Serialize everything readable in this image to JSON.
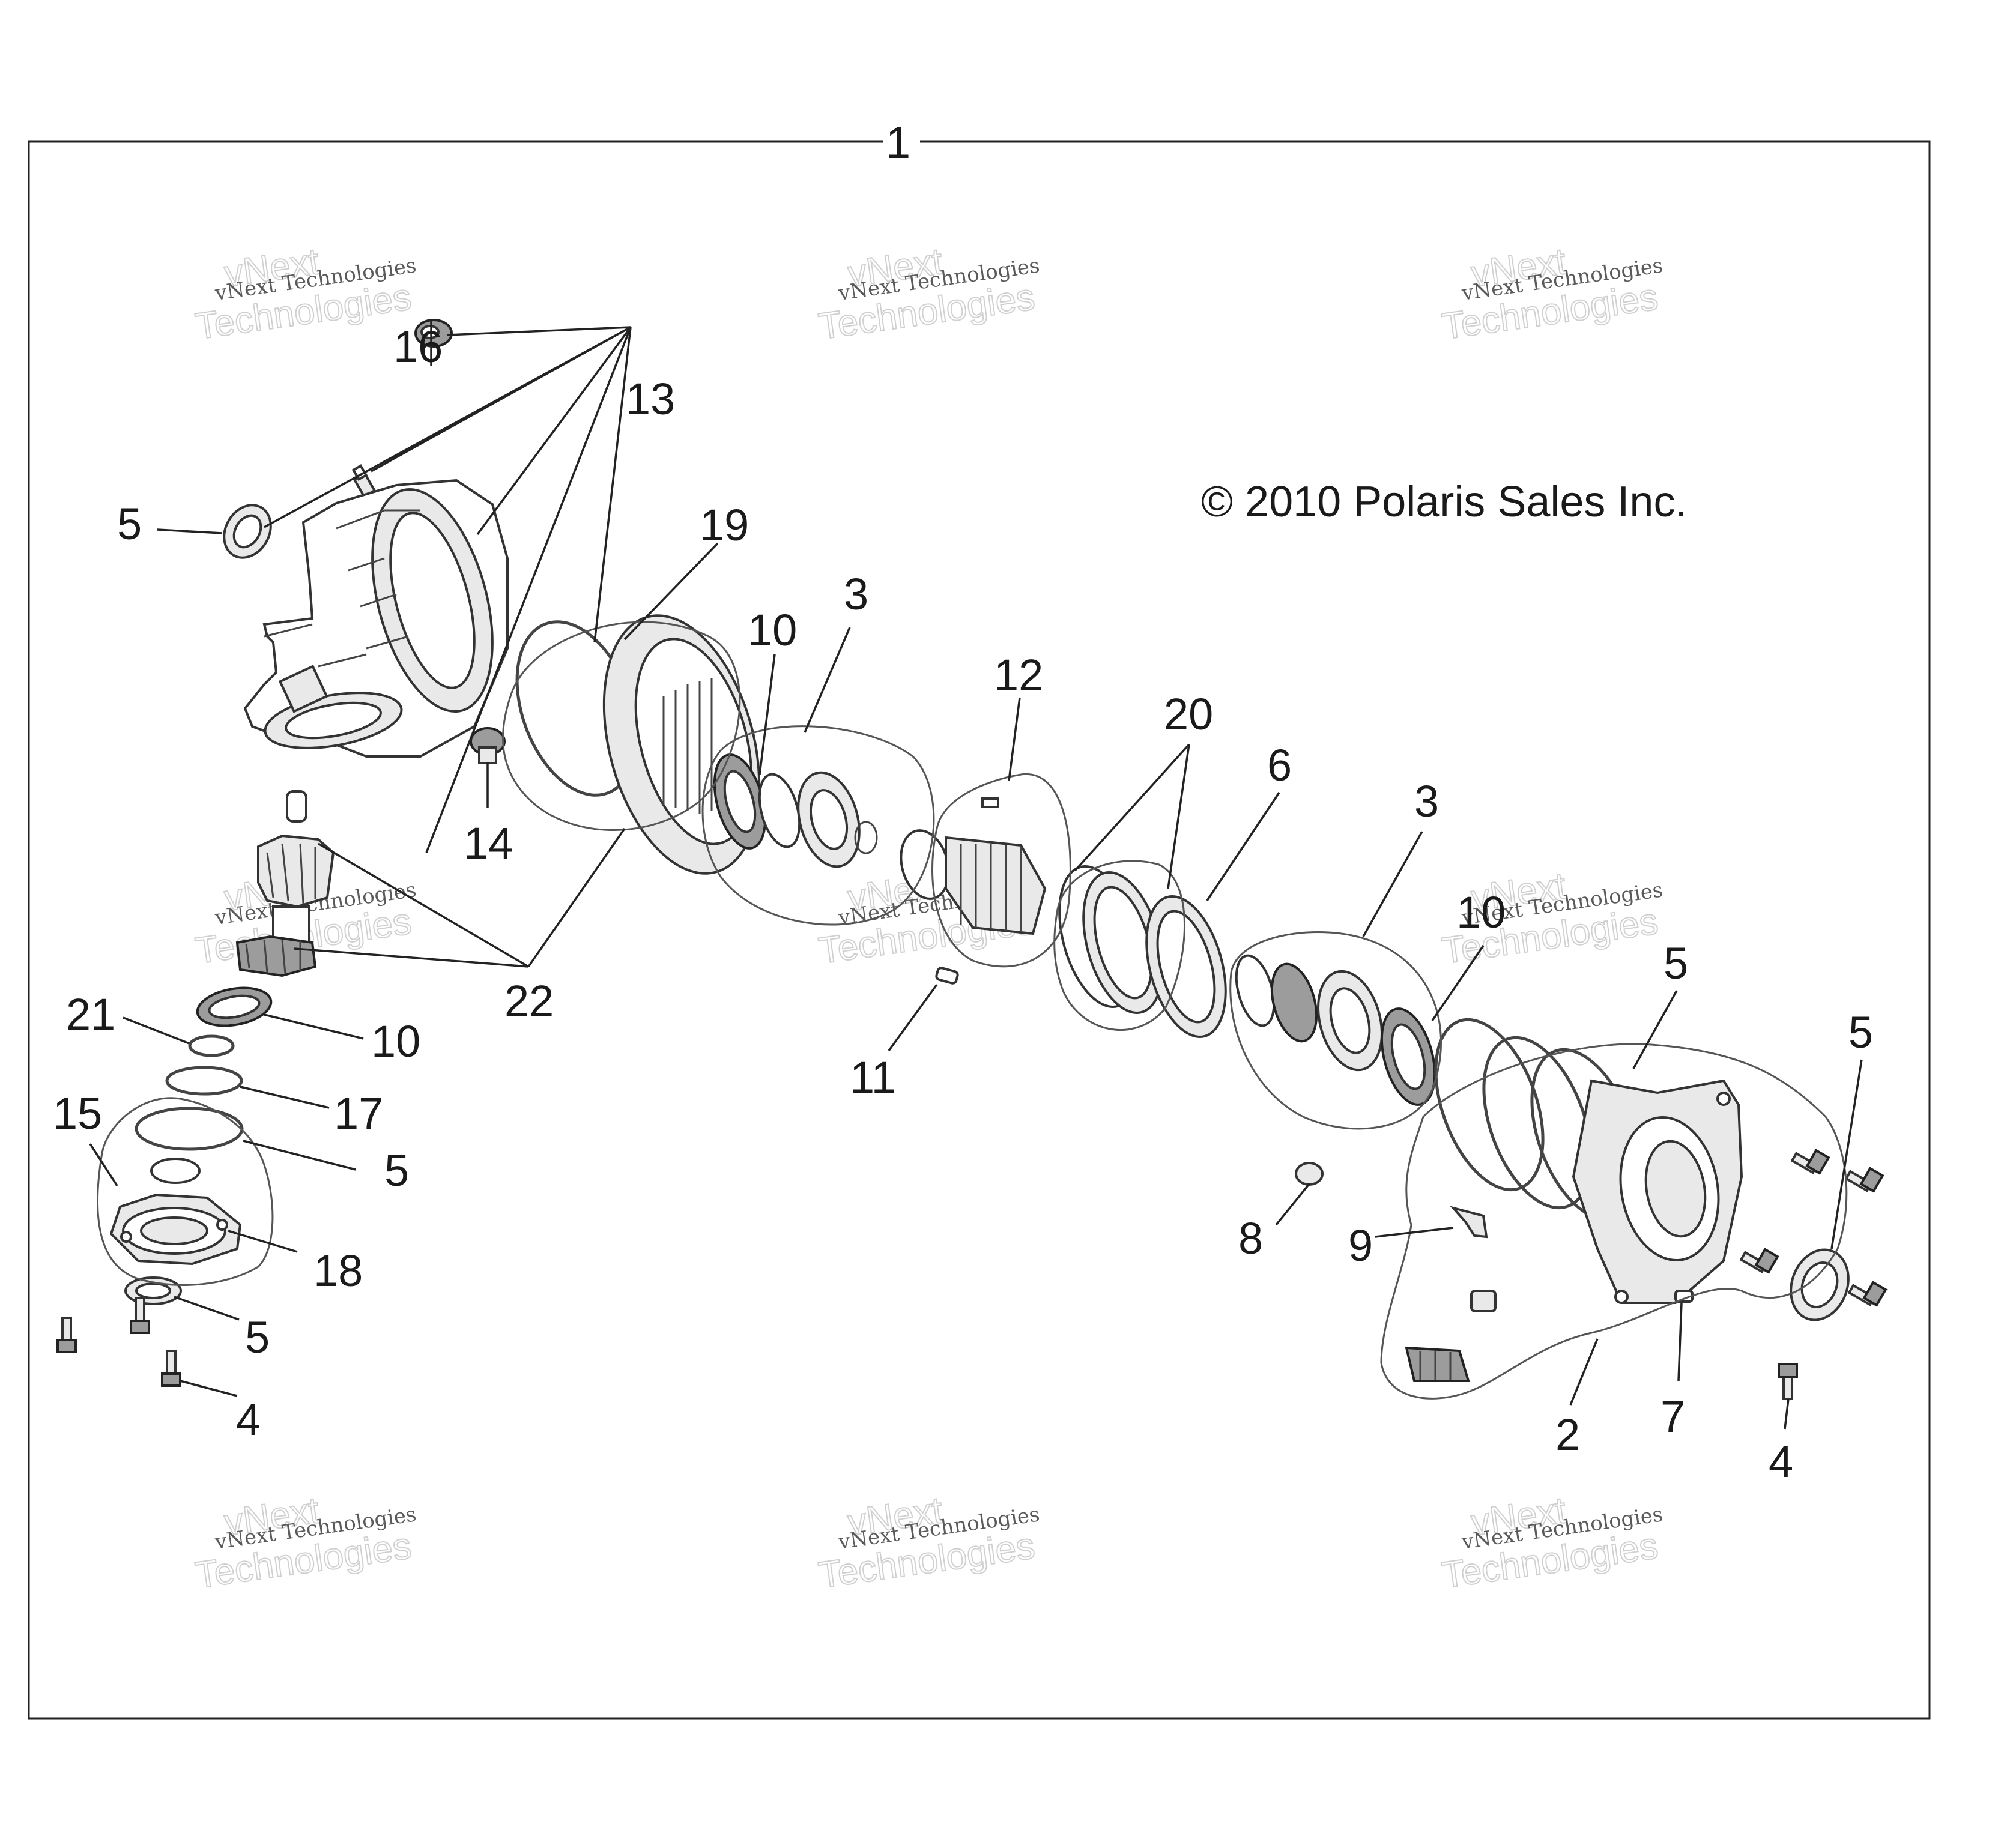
{
  "diagram": {
    "copyright": "© 2010 Polaris Sales Inc.",
    "watermark": {
      "line1": "vNext Technologies",
      "line2": "vNext",
      "line3": "Technologies"
    },
    "callouts": {
      "c1": "1",
      "c2": "2",
      "c3a": "3",
      "c3b": "3",
      "c4a": "4",
      "c4b": "4",
      "c5a": "5",
      "c5b": "5",
      "c5c": "5",
      "c5d": "5",
      "c5e": "5",
      "c6": "6",
      "c7": "7",
      "c8": "8",
      "c9": "9",
      "c10a": "10",
      "c10b": "10",
      "c10c": "10",
      "c11": "11",
      "c12": "12",
      "c13": "13",
      "c14": "14",
      "c15": "15",
      "c16": "16",
      "c17": "17",
      "c18": "18",
      "c19": "19",
      "c20": "20",
      "c21": "21",
      "c22": "22"
    }
  }
}
